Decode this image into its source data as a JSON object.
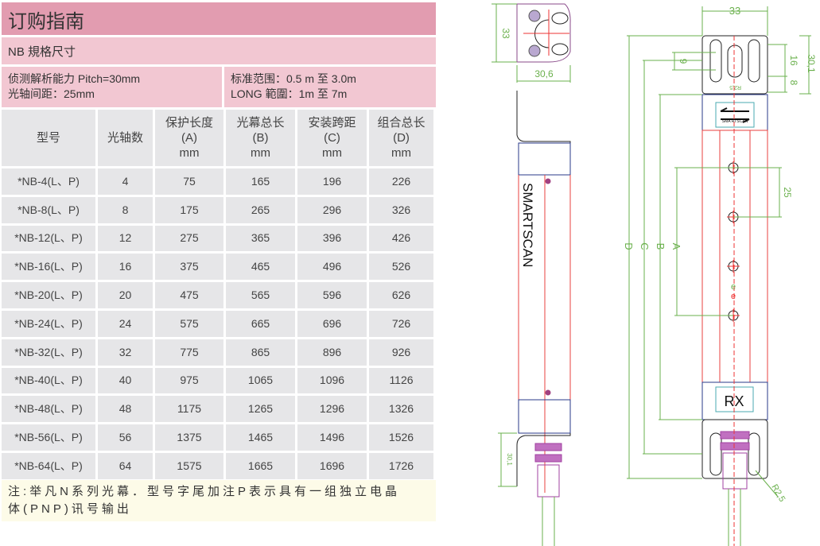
{
  "title": "订购指南",
  "spec_title": "NB 規格尺寸",
  "info_left": [
    "侦测解析能力 Pitch=30mm",
    "光轴间距：25mm"
  ],
  "info_right": [
    "标准范围：0.5  m 至 3.0m",
    "LONG 範圍：1m 至 7m"
  ],
  "headers": [
    [
      "型号"
    ],
    [
      "光轴数"
    ],
    [
      "保护长度",
      "(A)",
      "mm"
    ],
    [
      "光幕总长",
      "(B)",
      "mm"
    ],
    [
      "安装跨距",
      "(C)",
      "mm"
    ],
    [
      "组合总长",
      "(D)",
      "mm"
    ]
  ],
  "rows": [
    [
      "*NB-4(L、P)",
      "4",
      "75",
      "165",
      "196",
      "226"
    ],
    [
      "*NB-8(L、P)",
      "8",
      "175",
      "265",
      "296",
      "326"
    ],
    [
      "*NB-12(L、P)",
      "12",
      "275",
      "365",
      "396",
      "426"
    ],
    [
      "*NB-16(L、P)",
      "16",
      "375",
      "465",
      "496",
      "526"
    ],
    [
      "*NB-20(L、P)",
      "20",
      "475",
      "565",
      "596",
      "626"
    ],
    [
      "*NB-24(L、P)",
      "24",
      "575",
      "665",
      "696",
      "726"
    ],
    [
      "*NB-32(L、P)",
      "32",
      "775",
      "865",
      "896",
      "926"
    ],
    [
      "*NB-40(L、P)",
      "40",
      "975",
      "1065",
      "1096",
      "1126"
    ],
    [
      "*NB-48(L、P)",
      "48",
      "1175",
      "1265",
      "1296",
      "1326"
    ],
    [
      "*NB-56(L、P)",
      "56",
      "1375",
      "1465",
      "1496",
      "1526"
    ],
    [
      "*NB-64(L、P)",
      "64",
      "1575",
      "1665",
      "1696",
      "1726"
    ]
  ],
  "note": [
    "注:举凡N系列光幕．型号字尾加注P表示具有一组独立电晶",
    "体(PNP)讯号输出"
  ],
  "drawing": {
    "side_height": "33",
    "side_width": "30,6",
    "brand": "SMARTSCAN",
    "side_bracket": "30,1",
    "front_width": "33",
    "front_slot": "9",
    "front_16": "16",
    "front_8": "8",
    "front_30": "30,1",
    "radius_small": "R2,5",
    "logo": "SMA RTSCAN",
    "pitch": "25",
    "labels": [
      "A",
      "B",
      "C",
      "D"
    ],
    "rx": "RX",
    "radius": "R2,5"
  },
  "colors": {
    "title": "#e29cb0",
    "pink": "#f2c7d2",
    "cell": "#e6e6e8",
    "note": "#fdfbe8",
    "dim": "#6ab04c",
    "body": "#e8403f"
  }
}
